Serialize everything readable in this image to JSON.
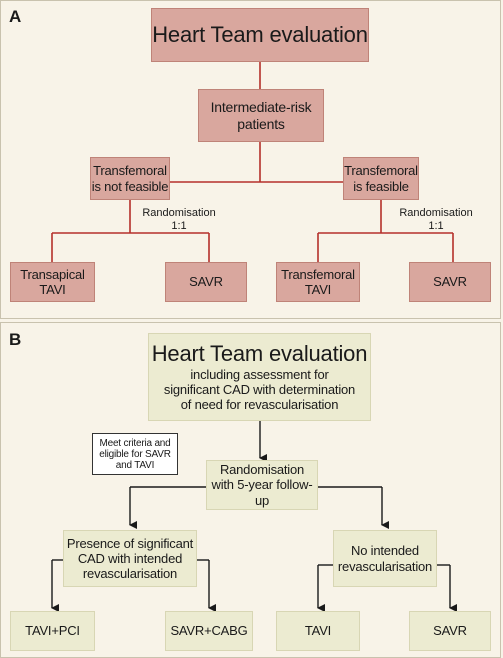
{
  "panel_a": {
    "letter": "A",
    "top_box": "Heart Team evaluation",
    "intermediate_box": [
      "Intermediate-risk",
      "patients"
    ],
    "left_branch": [
      "Transfemoral",
      "is not feasible"
    ],
    "right_branch": [
      "Transfemoral",
      "is feasible"
    ],
    "randomisation_left": [
      "Randomisation",
      "1:1"
    ],
    "randomisation_right": [
      "Randomisation",
      "1:1"
    ],
    "leaves": [
      [
        "Transapical",
        "TAVI"
      ],
      [
        "SAVR"
      ],
      [
        "Transfemoral",
        "TAVI"
      ],
      [
        "SAVR"
      ]
    ]
  },
  "panel_b": {
    "letter": "B",
    "top_box": {
      "title": "Heart Team evaluation",
      "lines": [
        "including assessment for",
        "significant CAD with determination",
        "of need for revascularisation"
      ]
    },
    "criteria_note": [
      "Meet criteria and",
      "eligible for SAVR",
      "and TAVI"
    ],
    "randomisation_box": [
      "Randomisation",
      "with 5-year follow-up"
    ],
    "left_branch": [
      "Presence of significant",
      "CAD with intended",
      "revascularisation"
    ],
    "right_branch": [
      "No intended",
      "revascularisation"
    ],
    "leaves": [
      "TAVI+PCI",
      "SAVR+CABG",
      "TAVI",
      "SAVR"
    ]
  },
  "colors": {
    "panel_a_box": "#d9a79e",
    "panel_a_line": "#b5302a",
    "panel_b_box": "#ecebd1",
    "panel_b_line": "#1a1a1a"
  }
}
